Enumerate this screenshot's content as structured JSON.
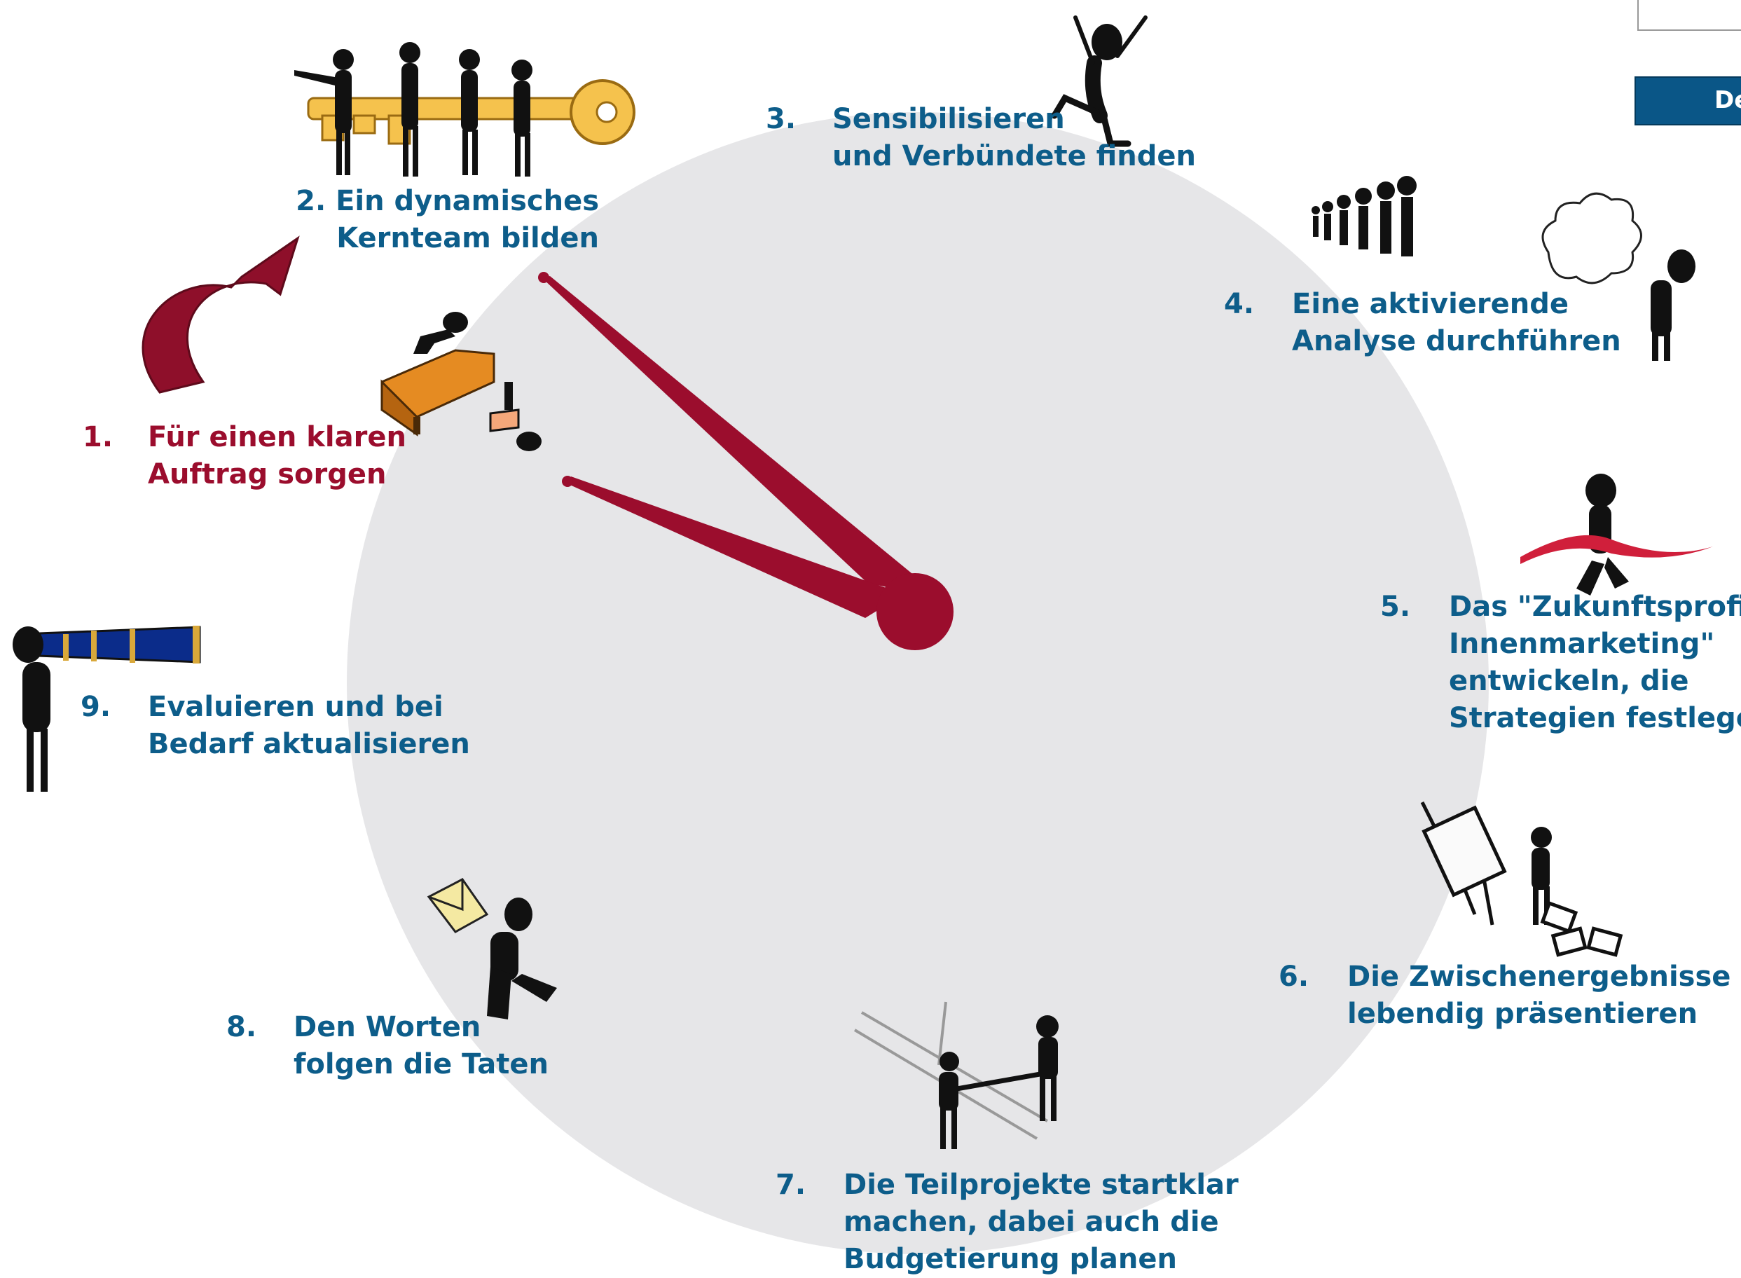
{
  "corner": {
    "tab_label": "De"
  },
  "steps": [
    {
      "num": "1.",
      "lines": [
        "Für einen klaren",
        "Auftrag sorgen"
      ]
    },
    {
      "text": [
        "2. Ein dynamisches",
        "Kernteam bilden"
      ]
    },
    {
      "num": "3.",
      "lines": [
        "Sensibilisieren",
        "und Verbündete finden"
      ]
    },
    {
      "num": "4.",
      "lines": [
        "Eine aktivierende",
        "Analyse durchführen"
      ]
    },
    {
      "num": "5.",
      "lines": [
        "Das \"Zukunftsprofil",
        "Innenmarketing\"",
        "entwickeln, die",
        "Strategien festlegen"
      ]
    },
    {
      "num": "6.",
      "lines": [
        "Die Zwischenergebnisse",
        "lebendig präsentieren"
      ]
    },
    {
      "num": "7.",
      "lines": [
        "Die Teilprojekte startklar",
        "machen, dabei auch die",
        "Budgetierung planen"
      ]
    },
    {
      "num": "8.",
      "lines": [
        "Den Worten",
        "folgen die Taten"
      ]
    },
    {
      "num": "9.",
      "lines": [
        "Evaluieren und bei",
        "Bedarf aktualisieren"
      ]
    }
  ],
  "colors": {
    "dial": "#e6e6e8",
    "hands": "#9b0d2d",
    "text_blue": "#0d5d8a",
    "text_red": "#9b0d2d",
    "tab": "#0a5687"
  },
  "icons": [
    "curved-arrow-icon",
    "key-team-icon",
    "jumping-figure-icon",
    "figures-queue-icon",
    "thinking-figure-icon",
    "desk-fall-icon",
    "finish-ribbon-icon",
    "easel-presenter-icon",
    "handshake-tracks-icon",
    "letter-jumper-icon",
    "telescope-figure-icon",
    "logo-icon"
  ]
}
